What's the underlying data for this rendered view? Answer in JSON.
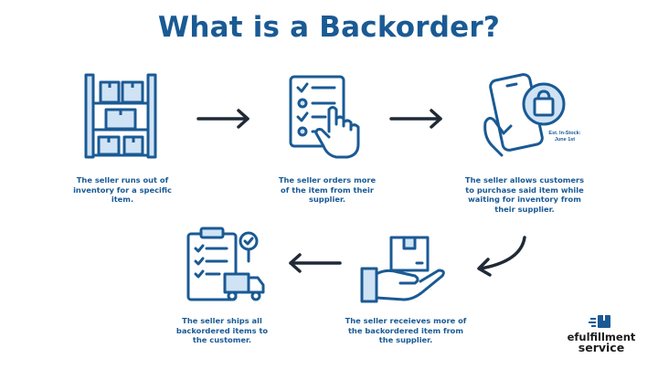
{
  "title": "What is a Backorder?",
  "colors": {
    "primary": "#1a5a94",
    "icon_fill": "#cfe3f5",
    "arrow": "#1f2a36"
  },
  "steps": [
    {
      "icon": "shelf-icon",
      "caption": [
        "The seller runs out of",
        "inventory for a specific",
        "item."
      ]
    },
    {
      "icon": "checklist-hand-icon",
      "caption": [
        "The seller orders more",
        "of the item from their",
        "supplier."
      ]
    },
    {
      "icon": "phone-shopping-icon",
      "caption": [
        "The seller allows customers",
        "to purchase said item while",
        "waiting for inventory from",
        "their supplier."
      ]
    },
    {
      "icon": "hand-box-icon",
      "caption": [
        "The seller receieves more of",
        "the backordered item from",
        "the supplier."
      ]
    },
    {
      "icon": "clipboard-truck-icon",
      "caption": [
        "The seller ships all",
        "backordered items to",
        "the customer."
      ]
    }
  ],
  "stock_note": [
    "Est. In-Stock:",
    "June 1st"
  ],
  "logo": {
    "line1": "efulfillment",
    "line2": "service"
  }
}
